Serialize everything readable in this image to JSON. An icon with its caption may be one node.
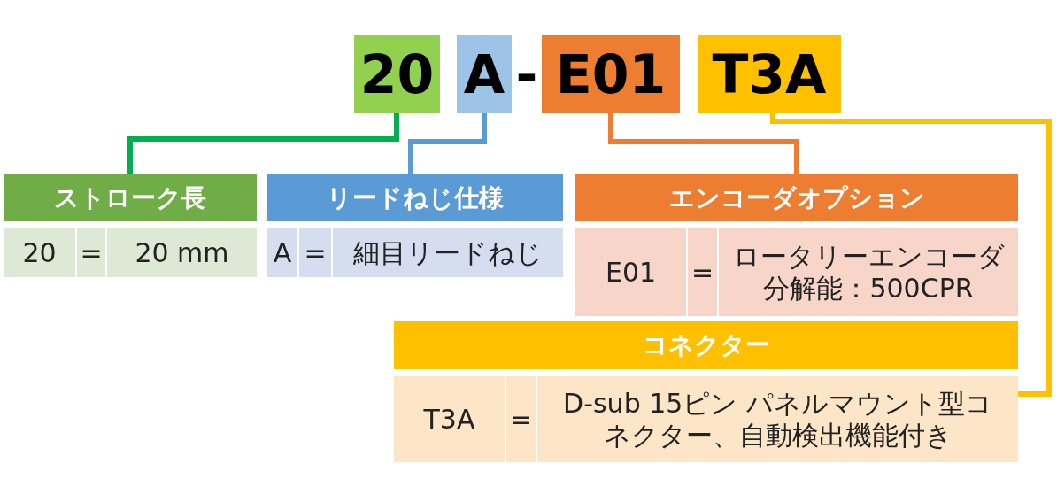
{
  "diagram": {
    "nodes": [
      {
        "text": [
          "20"
        ]
      },
      {
        "text": [
          "A"
        ]
      },
      {
        "text": [
          "E01"
        ]
      },
      {
        "text": [
          "T3A"
        ]
      },
      {
        "text": [
          "ストローク長"
        ]
      },
      {
        "text": [
          "リードねじ仕様"
        ]
      },
      {
        "text": [
          "エンコーダオプション"
        ]
      },
      {
        "text": [
          "コネクター"
        ]
      },
      {
        "text": [
          "20"
        ]
      },
      {
        "text": [
          "="
        ]
      },
      {
        "text": [
          "20 mm"
        ]
      },
      {
        "text": [
          "A"
        ]
      },
      {
        "text": [
          "="
        ]
      },
      {
        "text": [
          "細目リードねじ"
        ]
      },
      {
        "text": [
          "E01"
        ]
      },
      {
        "text": [
          "="
        ]
      },
      {
        "text": [
          "ロータリーエンコーダ分解能：500CPR"
        ]
      },
      {
        "text": [
          "T3A"
        ]
      },
      {
        "text": [
          "="
        ]
      },
      {
        "text": [
          "D-sub 15ピン パネルマウント型コネクター、自動検出機能付き"
        ]
      }
    ],
    "edges": [
      {
        "from": 0,
        "to": 4,
        "arrow": "none",
        "color": "#00b050"
      },
      {
        "from": 1,
        "to": 5,
        "arrow": "none",
        "color": "#5b9bd5"
      },
      {
        "from": 2,
        "to": 6,
        "arrow": "none",
        "color": "#ed7d31"
      },
      {
        "from": 3,
        "to": 19,
        "arrow": "none",
        "color": "#ffc000"
      }
    ],
    "labels": [
      "-"
    ]
  }
}
